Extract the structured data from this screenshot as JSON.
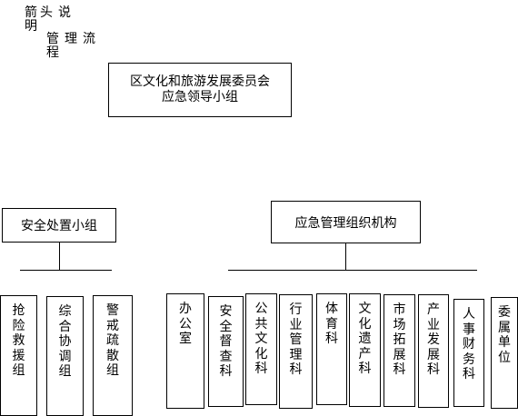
{
  "legend": {
    "line1": [
      "箭",
      "头",
      "说"
    ],
    "line2": "明",
    "line3": [
      "管",
      "理",
      "流"
    ],
    "line4": "程"
  },
  "top": {
    "line1": "区文化和旅游发展委员会",
    "line2": "应急领导小组"
  },
  "left_group": {
    "label": "安全处置小组"
  },
  "right_group": {
    "label": "应急管理组织机构"
  },
  "left_units": [
    "抢险救援组",
    "综合协调组",
    "警戒疏散组"
  ],
  "right_units": [
    "办公室",
    "安全督查科",
    "公共文化科",
    "行业管理科",
    "体育科",
    "文化遗产科",
    "市场拓展科",
    "产业发展科",
    "人事财务科",
    "委属单位"
  ]
}
